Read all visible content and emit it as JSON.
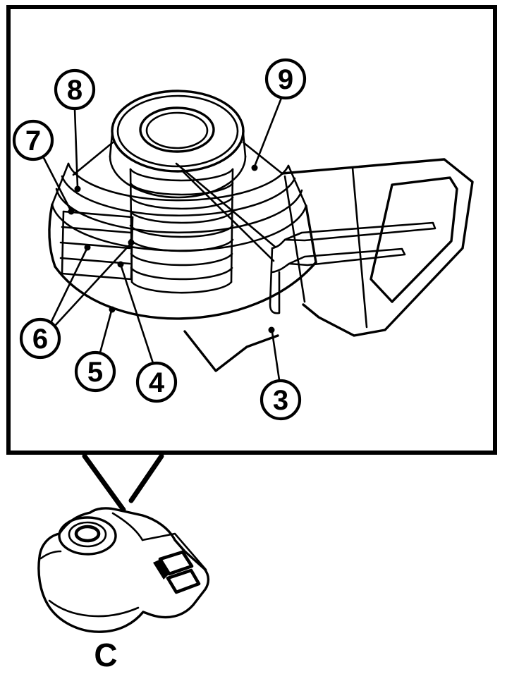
{
  "figure": {
    "detail_label": "C",
    "callouts": {
      "c3": {
        "label": "3"
      },
      "c4": {
        "label": "4"
      },
      "c5": {
        "label": "5"
      },
      "c6": {
        "label": "6"
      },
      "c7": {
        "label": "7"
      },
      "c8": {
        "label": "8"
      },
      "c9": {
        "label": "9"
      }
    },
    "colors": {
      "ink": "#000000",
      "paper": "#ffffff"
    }
  }
}
